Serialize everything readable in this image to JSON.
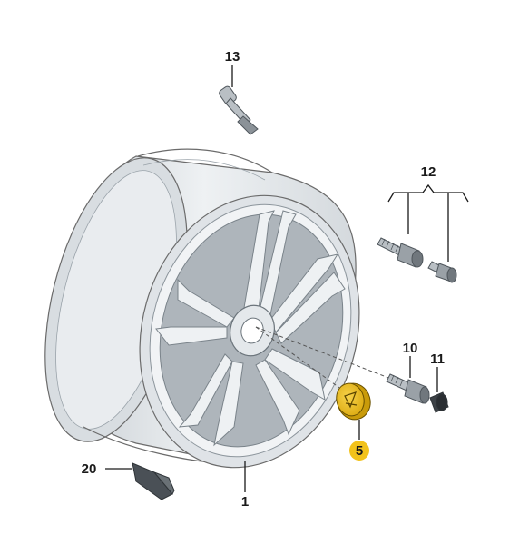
{
  "colors": {
    "rim_face": "#e6eaed",
    "rim_shade": "#c9cfd4",
    "rim_dark": "#9aa3aa",
    "hardware": "#b9bfc4",
    "hardware_dark": "#5f666c",
    "center_cap": "#f2c21b",
    "highlight_badge": "#f2c21b"
  },
  "parts": [
    {
      "id": "wheel",
      "label": "1"
    },
    {
      "id": "center-cap",
      "label": "5",
      "highlighted": true
    },
    {
      "id": "wheel-bolt",
      "label": "10"
    },
    {
      "id": "bolt-cap",
      "label": "11"
    },
    {
      "id": "anti-theft-bolt-set",
      "label": "12"
    },
    {
      "id": "tire-valve",
      "label": "13"
    },
    {
      "id": "valve-sensor",
      "label": "20"
    }
  ],
  "icons": [
    "wheel-icon",
    "center-cap-icon",
    "bolt-icon",
    "bolt-cap-icon",
    "valve-icon",
    "sensor-icon"
  ]
}
